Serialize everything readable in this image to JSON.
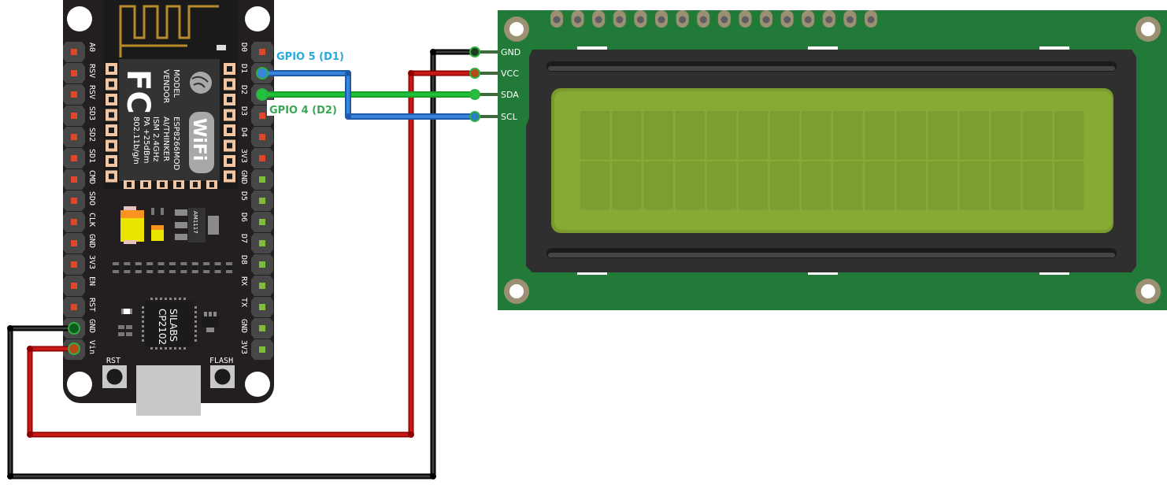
{
  "title": "ESP8266 NodeMCU to I2C 16x2 LCD wiring",
  "colors": {
    "board": "#231f20",
    "lcd_pcb": "#217a37",
    "lcd_bezel": "#2f2f2f",
    "lcd_screen": "#86ab35",
    "wire_red": "#c81919",
    "wire_black": "#3d3d3d",
    "wire_green": "#22c13c",
    "wire_blue": "#2e74cf",
    "label_blue": "#29a8e0",
    "label_green": "#3aa655"
  },
  "nodemcu": {
    "left_pins": [
      "A0",
      "RSV",
      "RSV",
      "SD3",
      "SD2",
      "SD1",
      "CMD",
      "SDO",
      "CLK",
      "GND",
      "3V3",
      "EN",
      "RST",
      "GND",
      "Vin"
    ],
    "right_pins": [
      "D0",
      "D1",
      "D2",
      "D3",
      "D4",
      "3V3",
      "GND",
      "D5",
      "D6",
      "D7",
      "D8",
      "RX",
      "TX",
      "GND",
      "3V3"
    ],
    "module": {
      "line1": "MODEL",
      "line2": "VENDOR",
      "line3": "ISM 2.4GHz",
      "line4": "PA +25dBm",
      "line5": "802.11b/g/n",
      "line6": "ESP8266MOD",
      "line7": "AI/THINKER",
      "fcc": "FC",
      "wifi": "WiFi"
    },
    "regulator": "AM1117",
    "usb_chip_line1": "SILABS",
    "usb_chip_line2": "CP2102",
    "rst_button": "RST",
    "flash_button": "FLASH"
  },
  "lcd": {
    "pins": [
      "GND",
      "VCC",
      "SDA",
      "SCL"
    ],
    "columns": 16,
    "rows": 2
  },
  "labels": {
    "gpio5": "GPIO 5 (D1)",
    "gpio4": "GPIO 4 (D2)"
  },
  "connections": [
    {
      "from": "Vin",
      "to": "VCC",
      "color": "red"
    },
    {
      "from": "GND",
      "to": "GND",
      "color": "black"
    },
    {
      "from": "D1",
      "to": "SCL",
      "color": "blue"
    },
    {
      "from": "D2",
      "to": "SDA",
      "color": "green"
    }
  ]
}
